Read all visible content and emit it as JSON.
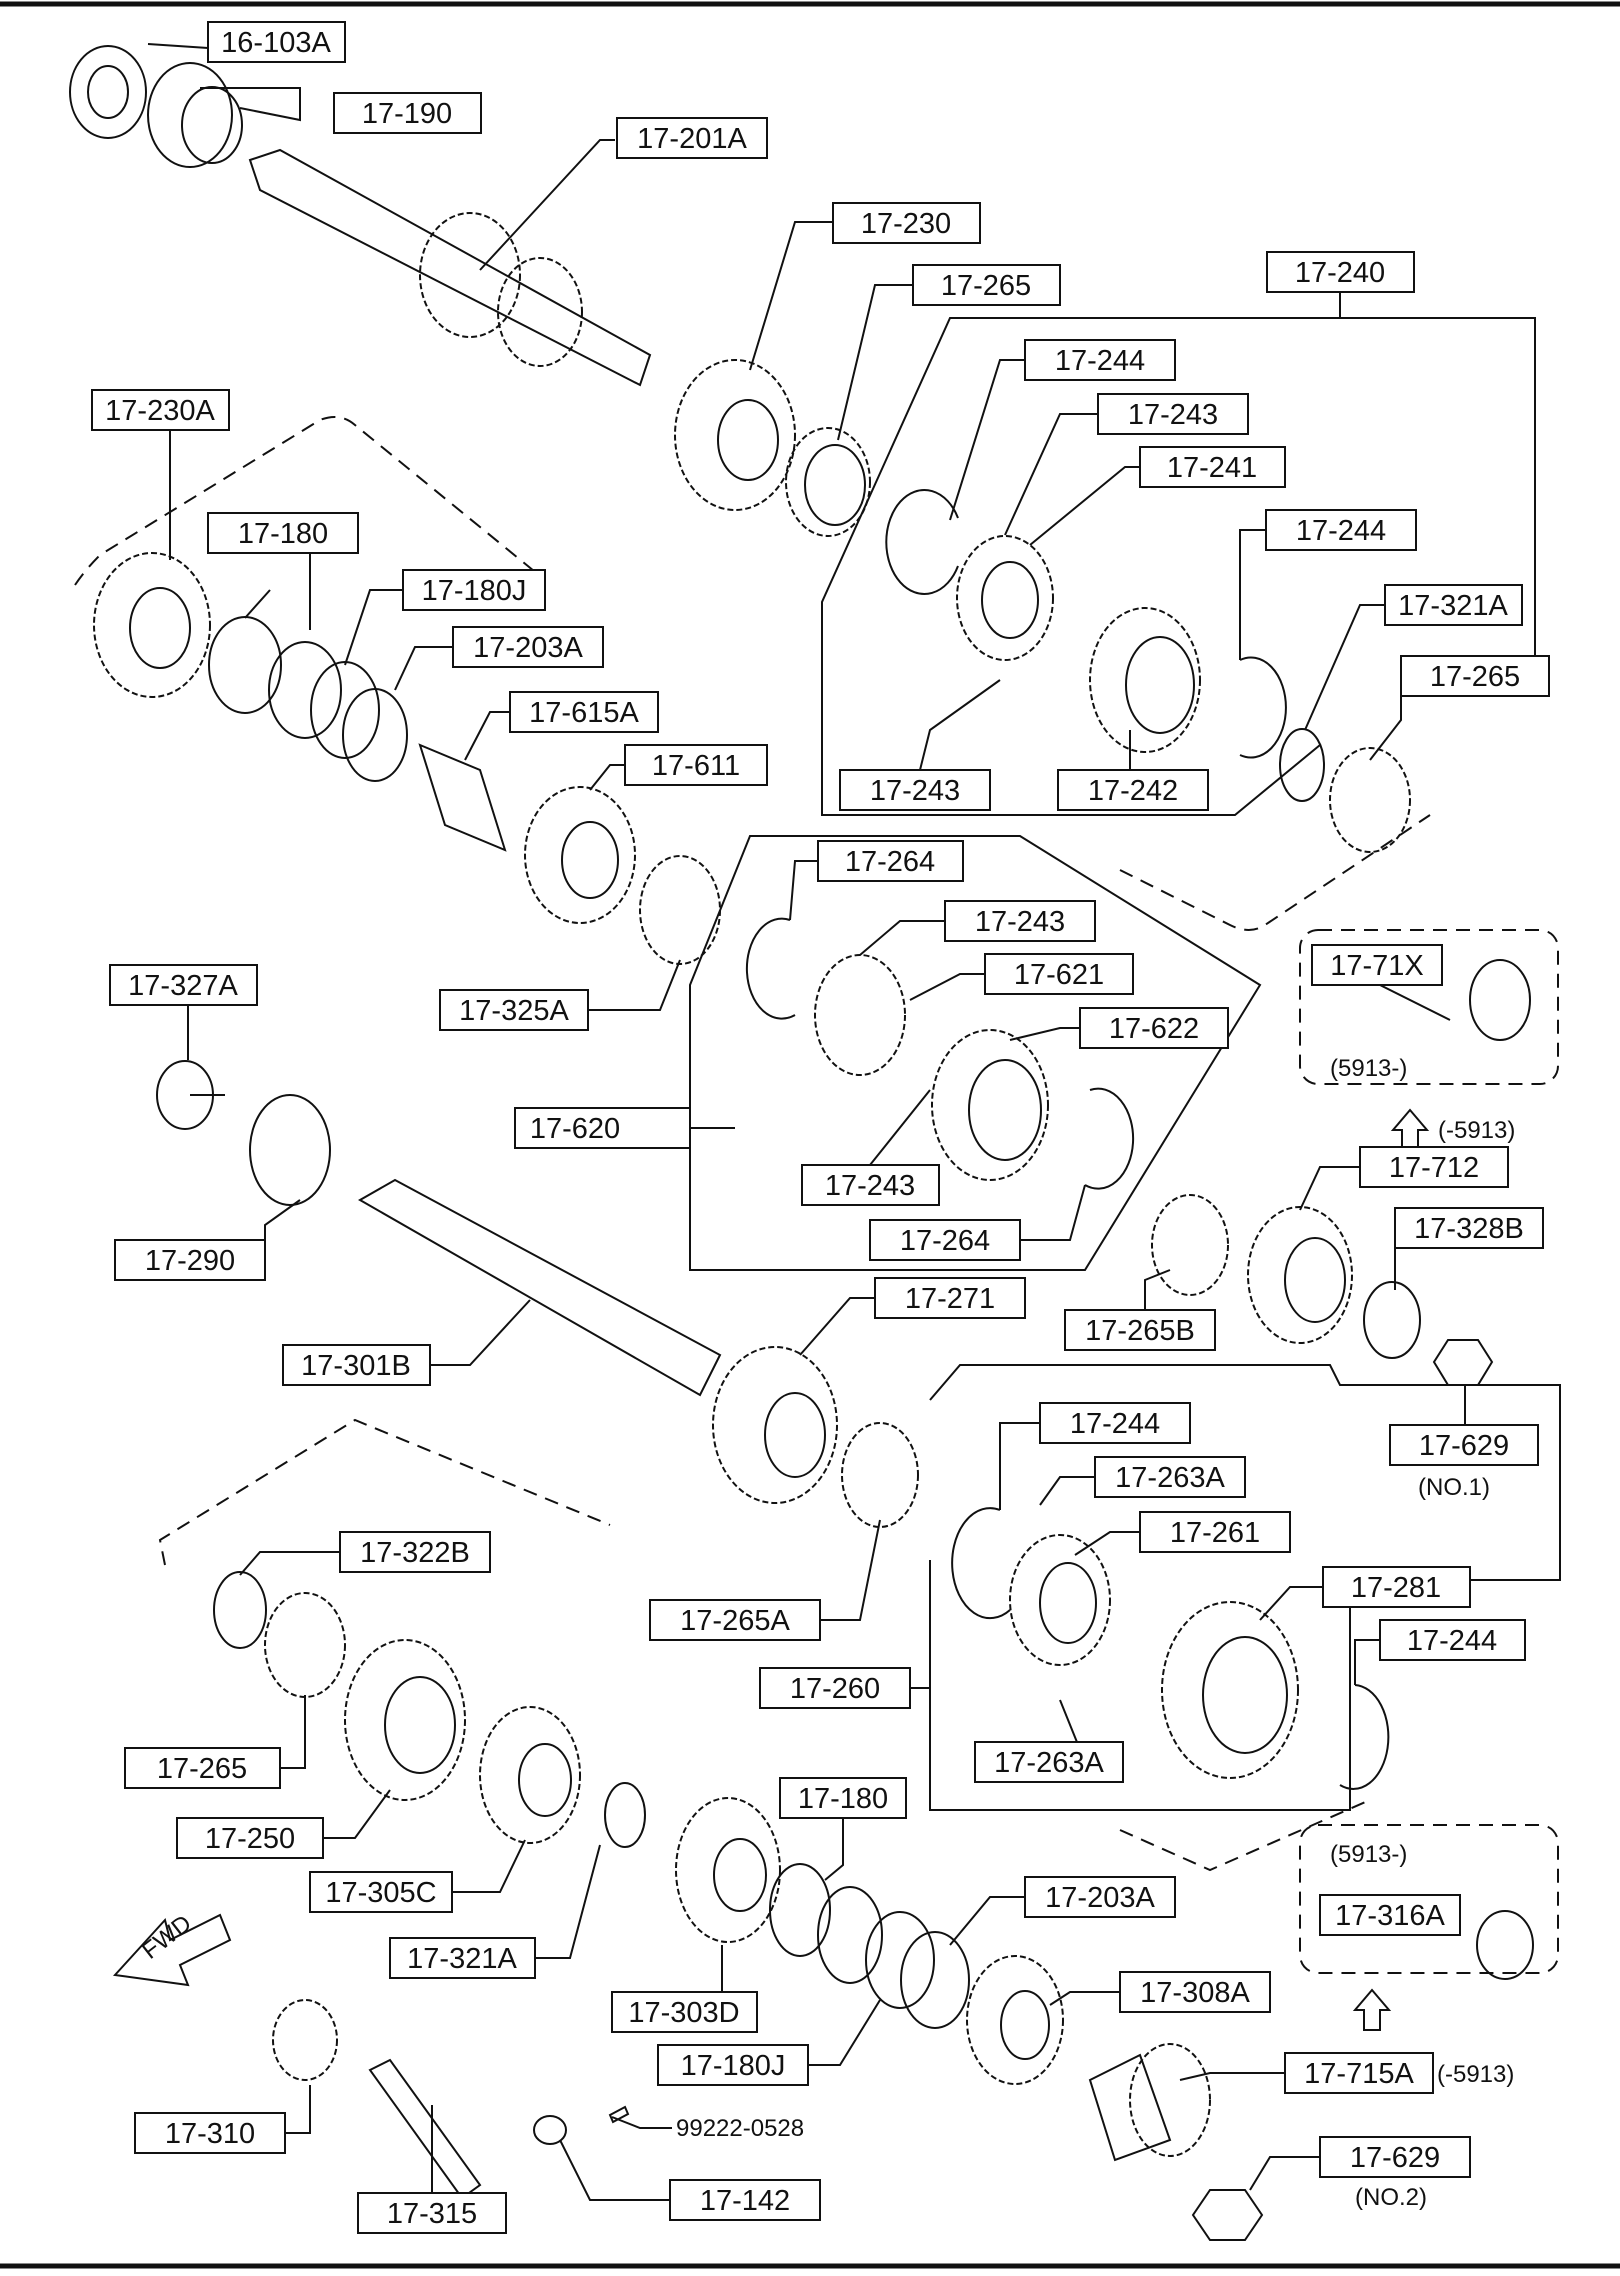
{
  "labels": {
    "l16_103A": "16-103A",
    "l17_190": "17-190",
    "l17_201A": "17-201A",
    "l17_230": "17-230",
    "l17_265_top": "17-265",
    "l17_240": "17-240",
    "l17_244_a": "17-244",
    "l17_243_a": "17-243",
    "l17_241": "17-241",
    "l17_244_b": "17-244",
    "l17_321A_top": "17-321A",
    "l17_265_right": "17-265",
    "l17_243_b": "17-243",
    "l17_242": "17-242",
    "l17_230A": "17-230A",
    "l17_180_top": "17-180",
    "l17_180J_top": "17-180J",
    "l17_203A_top": "17-203A",
    "l17_615A": "17-615A",
    "l17_611": "17-611",
    "l17_264_a": "17-264",
    "l17_243_c": "17-243",
    "l17_621": "17-621",
    "l17_622": "17-622",
    "l17_620": "17-620",
    "l17_243_d": "17-243",
    "l17_264_b": "17-264",
    "l17_327A": "17-327A",
    "l17_325A": "17-325A",
    "l17_290": "17-290",
    "l17_71X": "17-71X",
    "l17_712": "17-712",
    "l17_328B": "17-328B",
    "l17_265B": "17-265B",
    "l17_629_no1": "17-629",
    "l17_271": "17-271",
    "l17_301B": "17-301B",
    "l17_244_c": "17-244",
    "l17_263A_a": "17-263A",
    "l17_261": "17-261",
    "l17_281": "17-281",
    "l17_244_d": "17-244",
    "l17_322B": "17-322B",
    "l17_265A": "17-265A",
    "l17_260": "17-260",
    "l17_263A_b": "17-263A",
    "l17_265_bottom": "17-265",
    "l17_250": "17-250",
    "l17_305C": "17-305C",
    "l17_180_bottom": "17-180",
    "l17_316A": "17-316A",
    "l17_321A_bottom": "17-321A",
    "l17_203A_bottom": "17-203A",
    "l17_303D": "17-303D",
    "l17_308A": "17-308A",
    "l17_180J_bottom": "17-180J",
    "l17_715A": "17-715A",
    "l17_310": "17-310",
    "l17_629_no2": "17-629",
    "l17_315": "17-315",
    "l17_142": "17-142"
  },
  "notes": {
    "n5913_after_top": "(5913-)",
    "n5913_before_top": "(-5913)",
    "no1": "(NO.1)",
    "n5913_after_bottom": "(5913-)",
    "n5913_before_bottom": "(-5913)",
    "no2": "(NO.2)",
    "part_99222": "99222-0528",
    "fwd": "FWD"
  }
}
